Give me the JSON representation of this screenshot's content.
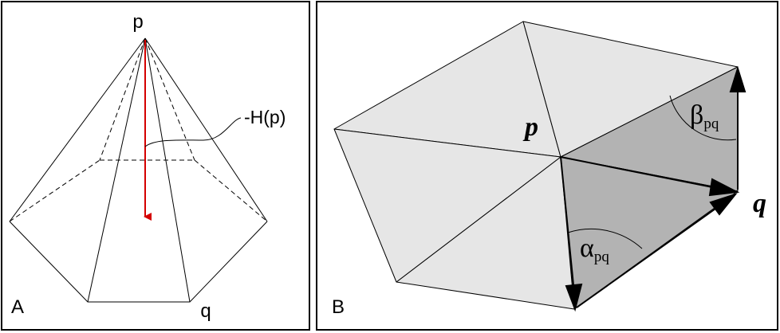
{
  "panel_a": {
    "label": "A",
    "apex_label": "p",
    "vertex_label": "q",
    "normal_label": "-H(p)",
    "normal_color": "#d40000"
  },
  "panel_b": {
    "label": "B",
    "center_label": "p",
    "vertex_label": "q",
    "alpha_symbol": "α",
    "alpha_subscript": "pq",
    "beta_symbol": "β",
    "beta_subscript": "pq",
    "light_face_color": "#e6e6e6",
    "dark_face_color": "#b3b3b3"
  }
}
